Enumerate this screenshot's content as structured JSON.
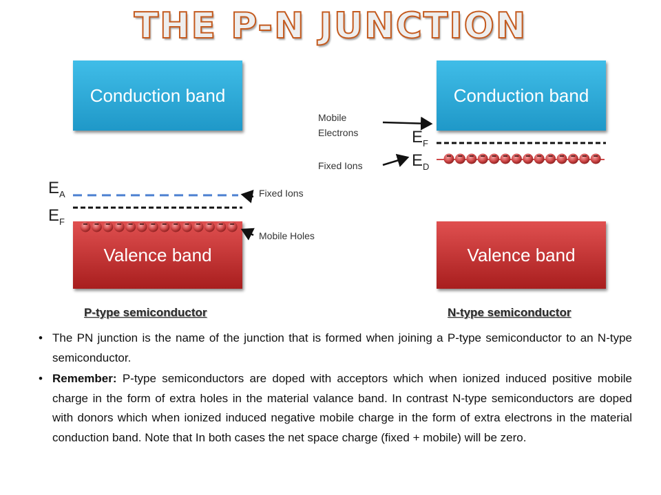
{
  "title": "The P-N Junction",
  "p_side": {
    "conduction_band": "Conduction band",
    "valence_band": "Valence band",
    "ea_main": "E",
    "ea_sub": "A",
    "ef_main": "E",
    "ef_sub": "F",
    "fixed_ions_label": "Fixed Ions",
    "mobile_holes_label": "Mobile Holes",
    "caption": "P-type semiconductor"
  },
  "n_side": {
    "conduction_band": "Conduction band",
    "valence_band": "Valence band",
    "ef_main": "E",
    "ef_sub": "F",
    "ed_main": "E",
    "ed_sub": "D",
    "mobile_electrons_label": "Mobile Electrons",
    "fixed_ions_label": "Fixed Ions",
    "caption": "N-type semiconductor"
  },
  "bullets": [
    {
      "bold": "",
      "text": "The PN junction is the name of the junction that is formed when joining a P-type semiconductor to an N-type semiconductor."
    },
    {
      "bold": "Remember:",
      "text": " P-type semiconductors are doped with acceptors which when ionized induced positive mobile charge in the form of extra holes in the material valance band. In contrast N-type semiconductors are doped with donors which when ionized induced negative mobile charge in the form of extra electrons in the material conduction band. Note that In both cases the net space charge (fixed + mobile) will be zero."
    }
  ],
  "colors": {
    "conduction_band": "#2aa8d8",
    "valence_band": "#c03030",
    "acceptor_level": "#4a7fd0",
    "charge_ball": "#c94040",
    "title_outline": "#c45a1e"
  }
}
